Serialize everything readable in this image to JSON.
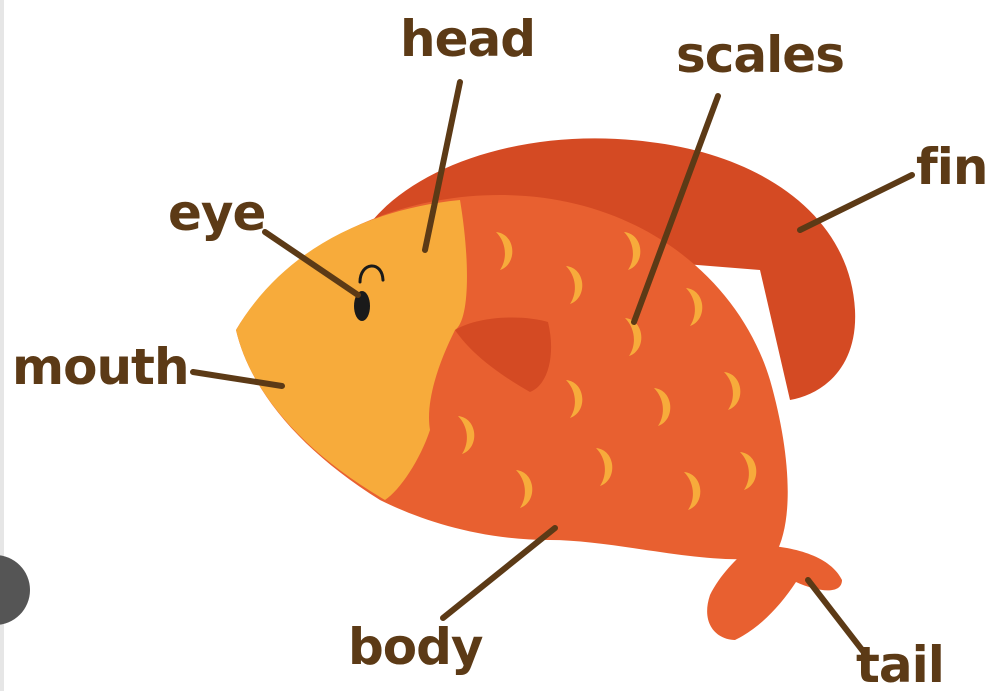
{
  "labels": {
    "head": "head",
    "scales": "scales",
    "fin": "fin",
    "eye": "eye",
    "mouth": "mouth",
    "body": "body",
    "tail": "tail"
  },
  "colors": {
    "label_text": "#5c3a16",
    "leader_line": "#5c3a16",
    "fin": "#d44a23",
    "body": "#e86030",
    "head": "#f7ab3b",
    "gill": "#d44a23",
    "scale": "#f7ab3b",
    "eye": "#1a1a1a",
    "left_edge": "#555555"
  }
}
